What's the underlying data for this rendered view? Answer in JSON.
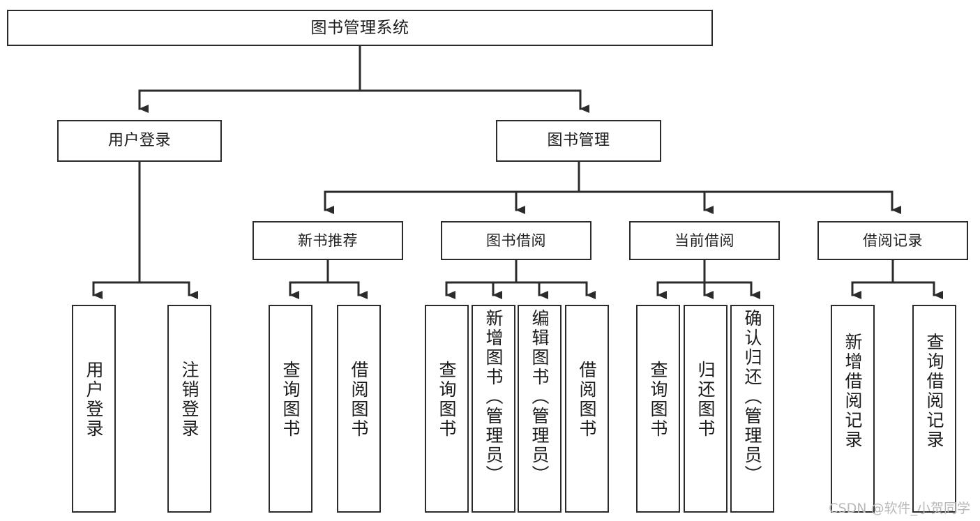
{
  "diagram": {
    "title": "图书管理系统",
    "watermark": "CSDN @软件_小贺同学",
    "line_color": "#2b2b2b",
    "box_fill": "#ffffff",
    "text_color": "#1c1c1c",
    "nodes": {
      "root": {
        "label": "图书管理系统"
      },
      "level1": [
        {
          "label": "用户登录"
        },
        {
          "label": "图书管理"
        }
      ],
      "level2": [
        {
          "label": "新书推荐"
        },
        {
          "label": "图书借阅"
        },
        {
          "label": "当前借阅"
        },
        {
          "label": "借阅记录"
        }
      ],
      "leaves": {
        "user_login": [
          {
            "label": "用户登录"
          },
          {
            "label": "注销登录"
          }
        ],
        "new_book": [
          {
            "label": "查询图书"
          },
          {
            "label": "借阅图书"
          }
        ],
        "book_borrow": [
          {
            "label": "查询图书"
          },
          {
            "label": "新增图书（管理员）"
          },
          {
            "label": "编辑图书（管理员）"
          },
          {
            "label": "借阅图书"
          }
        ],
        "current_borrow": [
          {
            "label": "查询图书"
          },
          {
            "label": "归还图书"
          },
          {
            "label": "确认归还（管理员）"
          }
        ],
        "borrow_record": [
          {
            "label": "新增借阅记录"
          },
          {
            "label": "查询借阅记录"
          }
        ]
      }
    }
  }
}
